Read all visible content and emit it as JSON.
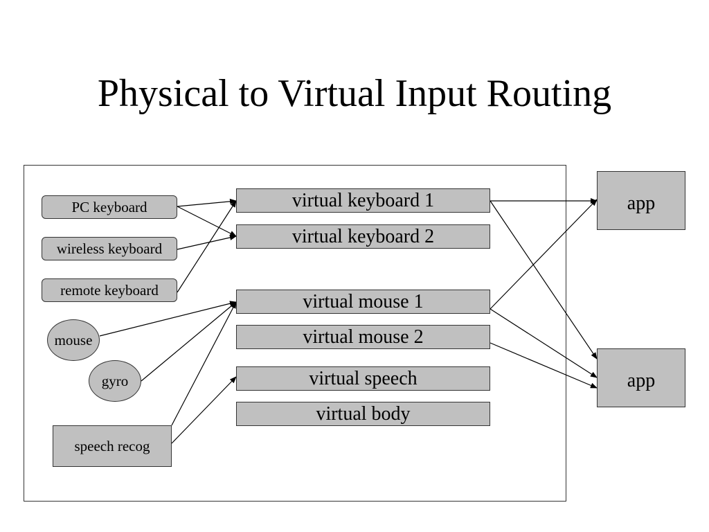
{
  "title": "Physical to Virtual Input Routing",
  "physical_devices": [
    {
      "id": "pc-keyboard",
      "label": "PC keyboard"
    },
    {
      "id": "wireless-keyboard",
      "label": "wireless keyboard"
    },
    {
      "id": "remote-keyboard",
      "label": "remote keyboard"
    },
    {
      "id": "mouse",
      "label": "mouse"
    },
    {
      "id": "gyro",
      "label": "gyro"
    },
    {
      "id": "speech-recog",
      "label": "speech recog"
    }
  ],
  "virtual_devices": [
    {
      "id": "virtual-keyboard-1",
      "label": "virtual keyboard 1"
    },
    {
      "id": "virtual-keyboard-2",
      "label": "virtual keyboard 2"
    },
    {
      "id": "virtual-mouse-1",
      "label": "virtual mouse 1"
    },
    {
      "id": "virtual-mouse-2",
      "label": "virtual mouse 2"
    },
    {
      "id": "virtual-speech",
      "label": "virtual speech"
    },
    {
      "id": "virtual-body",
      "label": "virtual body"
    }
  ],
  "apps": [
    {
      "id": "app-1",
      "label": "app"
    },
    {
      "id": "app-2",
      "label": "app"
    }
  ],
  "connections": [
    {
      "from": "pc-keyboard",
      "to": "virtual-keyboard-1"
    },
    {
      "from": "pc-keyboard",
      "to": "virtual-keyboard-2"
    },
    {
      "from": "wireless-keyboard",
      "to": "virtual-keyboard-2"
    },
    {
      "from": "remote-keyboard",
      "to": "virtual-keyboard-1"
    },
    {
      "from": "mouse",
      "to": "virtual-mouse-1"
    },
    {
      "from": "gyro",
      "to": "virtual-mouse-1"
    },
    {
      "from": "speech-recog",
      "to": "virtual-mouse-1"
    },
    {
      "from": "speech-recog",
      "to": "virtual-speech"
    },
    {
      "from": "virtual-keyboard-1",
      "to": "app-1"
    },
    {
      "from": "virtual-keyboard-1",
      "to": "app-2"
    },
    {
      "from": "virtual-mouse-1",
      "to": "app-1"
    },
    {
      "from": "virtual-mouse-1",
      "to": "app-2"
    },
    {
      "from": "virtual-mouse-2",
      "to": "app-2"
    }
  ],
  "colors": {
    "node_fill": "#c0c0c0",
    "stroke": "#000000"
  }
}
